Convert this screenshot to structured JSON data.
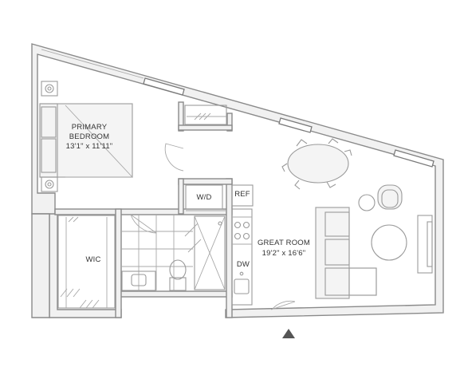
{
  "rooms": {
    "primary_bedroom": {
      "name": "PRIMARY BEDROOM",
      "name_line1": "PRIMARY",
      "name_line2": "BEDROOM",
      "dims": "13'1\" x 11'11\""
    },
    "great_room": {
      "name": "GREAT ROOM",
      "dims": "19'2\" x 16'6\""
    },
    "wic": {
      "name": "WIC"
    },
    "wd": {
      "name": "W/D"
    },
    "ref": {
      "name": "REF"
    },
    "dw": {
      "name": "DW"
    }
  },
  "colors": {
    "walls": "#8a8a8a",
    "wall_fill": "#f1f1f1",
    "labels": "#333333",
    "entry_arrow": "#555555"
  },
  "icons": {
    "entry": "triangle-up-icon"
  }
}
